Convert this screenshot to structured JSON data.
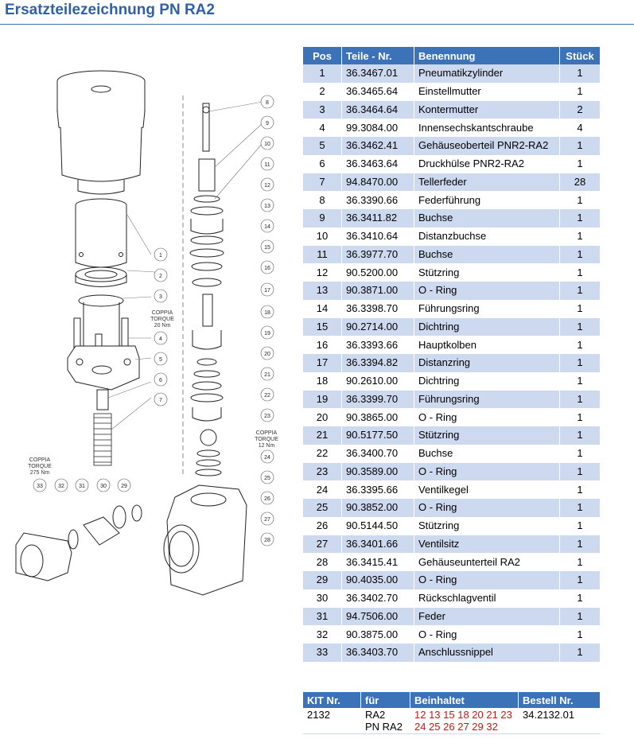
{
  "title": "Ersatzteilezeichnung PN RA2",
  "parts_table": {
    "headers": {
      "pos": "Pos",
      "part_no": "Teile - Nr.",
      "name": "Benennung",
      "qty": "Stück"
    },
    "rows": [
      {
        "pos": "1",
        "part_no": "36.3467.01",
        "name": "Pneumatikzylinder",
        "qty": "1"
      },
      {
        "pos": "2",
        "part_no": "36.3465.64",
        "name": "Einstellmutter",
        "qty": "1"
      },
      {
        "pos": "3",
        "part_no": "36.3464.64",
        "name": "Kontermutter",
        "qty": "2"
      },
      {
        "pos": "4",
        "part_no": "99.3084.00",
        "name": "Innensechskantschraube",
        "qty": "4"
      },
      {
        "pos": "5",
        "part_no": "36.3462.41",
        "name": "Gehäuseoberteil PNR2-RA2",
        "qty": "1"
      },
      {
        "pos": "6",
        "part_no": "36.3463.64",
        "name": "Druckhülse PNR2-RA2",
        "qty": "1"
      },
      {
        "pos": "7",
        "part_no": "94.8470.00",
        "name": "Tellerfeder",
        "qty": "28"
      },
      {
        "pos": "8",
        "part_no": "36.3390.66",
        "name": "Federführung",
        "qty": "1"
      },
      {
        "pos": "9",
        "part_no": "36.3411.82",
        "name": "Buchse",
        "qty": "1"
      },
      {
        "pos": "10",
        "part_no": "36.3410.64",
        "name": "Distanzbuchse",
        "qty": "1"
      },
      {
        "pos": "11",
        "part_no": "36.3977.70",
        "name": "Buchse",
        "qty": "1"
      },
      {
        "pos": "12",
        "part_no": "90.5200.00",
        "name": "Stützring",
        "qty": "1"
      },
      {
        "pos": "13",
        "part_no": "90.3871.00",
        "name": "O - Ring",
        "qty": "1"
      },
      {
        "pos": "14",
        "part_no": "36.3398.70",
        "name": "Führungsring",
        "qty": "1"
      },
      {
        "pos": "15",
        "part_no": "90.2714.00",
        "name": "Dichtring",
        "qty": "1"
      },
      {
        "pos": "16",
        "part_no": "36.3393.66",
        "name": "Hauptkolben",
        "qty": "1"
      },
      {
        "pos": "17",
        "part_no": "36.3394.82",
        "name": "Distanzring",
        "qty": "1"
      },
      {
        "pos": "18",
        "part_no": "90.2610.00",
        "name": "Dichtring",
        "qty": "1"
      },
      {
        "pos": "19",
        "part_no": "36.3399.70",
        "name": "Führungsring",
        "qty": "1"
      },
      {
        "pos": "20",
        "part_no": "90.3865.00",
        "name": "O - Ring",
        "qty": "1"
      },
      {
        "pos": "21",
        "part_no": "90.5177.50",
        "name": "Stützring",
        "qty": "1"
      },
      {
        "pos": "22",
        "part_no": "36.3400.70",
        "name": "Buchse",
        "qty": "1"
      },
      {
        "pos": "23",
        "part_no": "90.3589.00",
        "name": "O - Ring",
        "qty": "1"
      },
      {
        "pos": "24",
        "part_no": "36.3395.66",
        "name": "Ventilkegel",
        "qty": "1"
      },
      {
        "pos": "25",
        "part_no": "90.3852.00",
        "name": "O - Ring",
        "qty": "1"
      },
      {
        "pos": "26",
        "part_no": "90.5144.50",
        "name": "Stützring",
        "qty": "1"
      },
      {
        "pos": "27",
        "part_no": "36.3401.66",
        "name": "Ventilsitz",
        "qty": "1"
      },
      {
        "pos": "28",
        "part_no": "36.3415.41",
        "name": "Gehäuseunterteil RA2",
        "qty": "1"
      },
      {
        "pos": "29",
        "part_no": "90.4035.00",
        "name": "O - Ring",
        "qty": "1"
      },
      {
        "pos": "30",
        "part_no": "36.3402.70",
        "name": "Rückschlagventil",
        "qty": "1"
      },
      {
        "pos": "31",
        "part_no": "94.7506.00",
        "name": "Feder",
        "qty": "1"
      },
      {
        "pos": "32",
        "part_no": "90.3875.00",
        "name": "O - Ring",
        "qty": "1"
      },
      {
        "pos": "33",
        "part_no": "36.3403.70",
        "name": "Anschlussnippel",
        "qty": "1"
      }
    ]
  },
  "kit_table": {
    "headers": {
      "kit_no": "KIT Nr.",
      "for": "für",
      "contains": "Beinhaltet",
      "order_no": "Bestell Nr."
    },
    "row": {
      "kit_no": "2132",
      "for_line1": "RA2",
      "for_line2": "PN RA2",
      "contains_line1": "12 13 15 18 20 21 23",
      "contains_line2": "24 25 26 27 29 32",
      "order_no": "34.2132.01"
    }
  },
  "drawing": {
    "torque_1": {
      "line1": "COPPIA",
      "line2": "TORQUE",
      "line3": "20 Nm"
    },
    "torque_2": {
      "line1": "COPPIA",
      "line2": "TORQUE",
      "line3": "12 Nm"
    },
    "torque_3": {
      "line1": "COPPIA",
      "line2": "TORQUE",
      "line3": "275 Nm"
    },
    "callouts_left": [
      "1",
      "2",
      "3",
      "4",
      "5",
      "6",
      "7"
    ],
    "callouts_right": [
      "8",
      "9",
      "10",
      "11",
      "12",
      "13",
      "14",
      "15",
      "16",
      "17",
      "18",
      "19",
      "20",
      "21",
      "22",
      "23",
      "24",
      "25",
      "26",
      "27",
      "28"
    ],
    "callouts_bottom": [
      "33",
      "32",
      "31",
      "30",
      "29"
    ]
  }
}
